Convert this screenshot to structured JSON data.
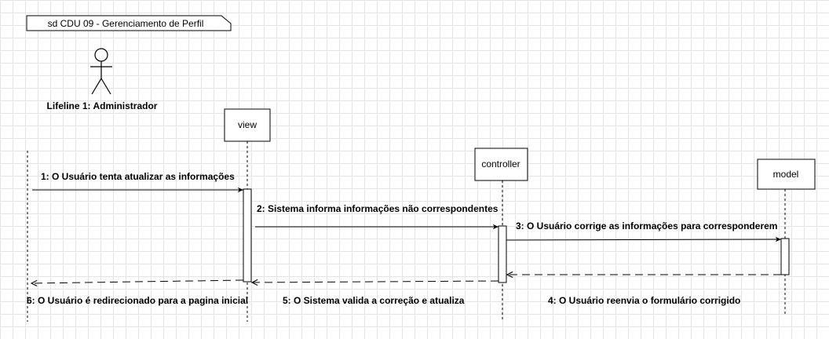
{
  "frame": {
    "title": "sd CDU 09 - Gerenciamento de Perfil"
  },
  "actor": {
    "label": "Lifeline 1: Administrador"
  },
  "lifelines": {
    "view": "view",
    "controller": "controller",
    "model": "model"
  },
  "messages": [
    "1: O Usuário tenta atualizar as informações",
    "2: Sistema informa informações não correspondentes",
    "3: O Usuário corrige as informações para corresponderem",
    "4: O Usuário reenvia o formulário corrigido",
    "5: O Sistema valida a correção e atualiza",
    "6: O Usuário é redirecionado para a pagina inicial"
  ]
}
